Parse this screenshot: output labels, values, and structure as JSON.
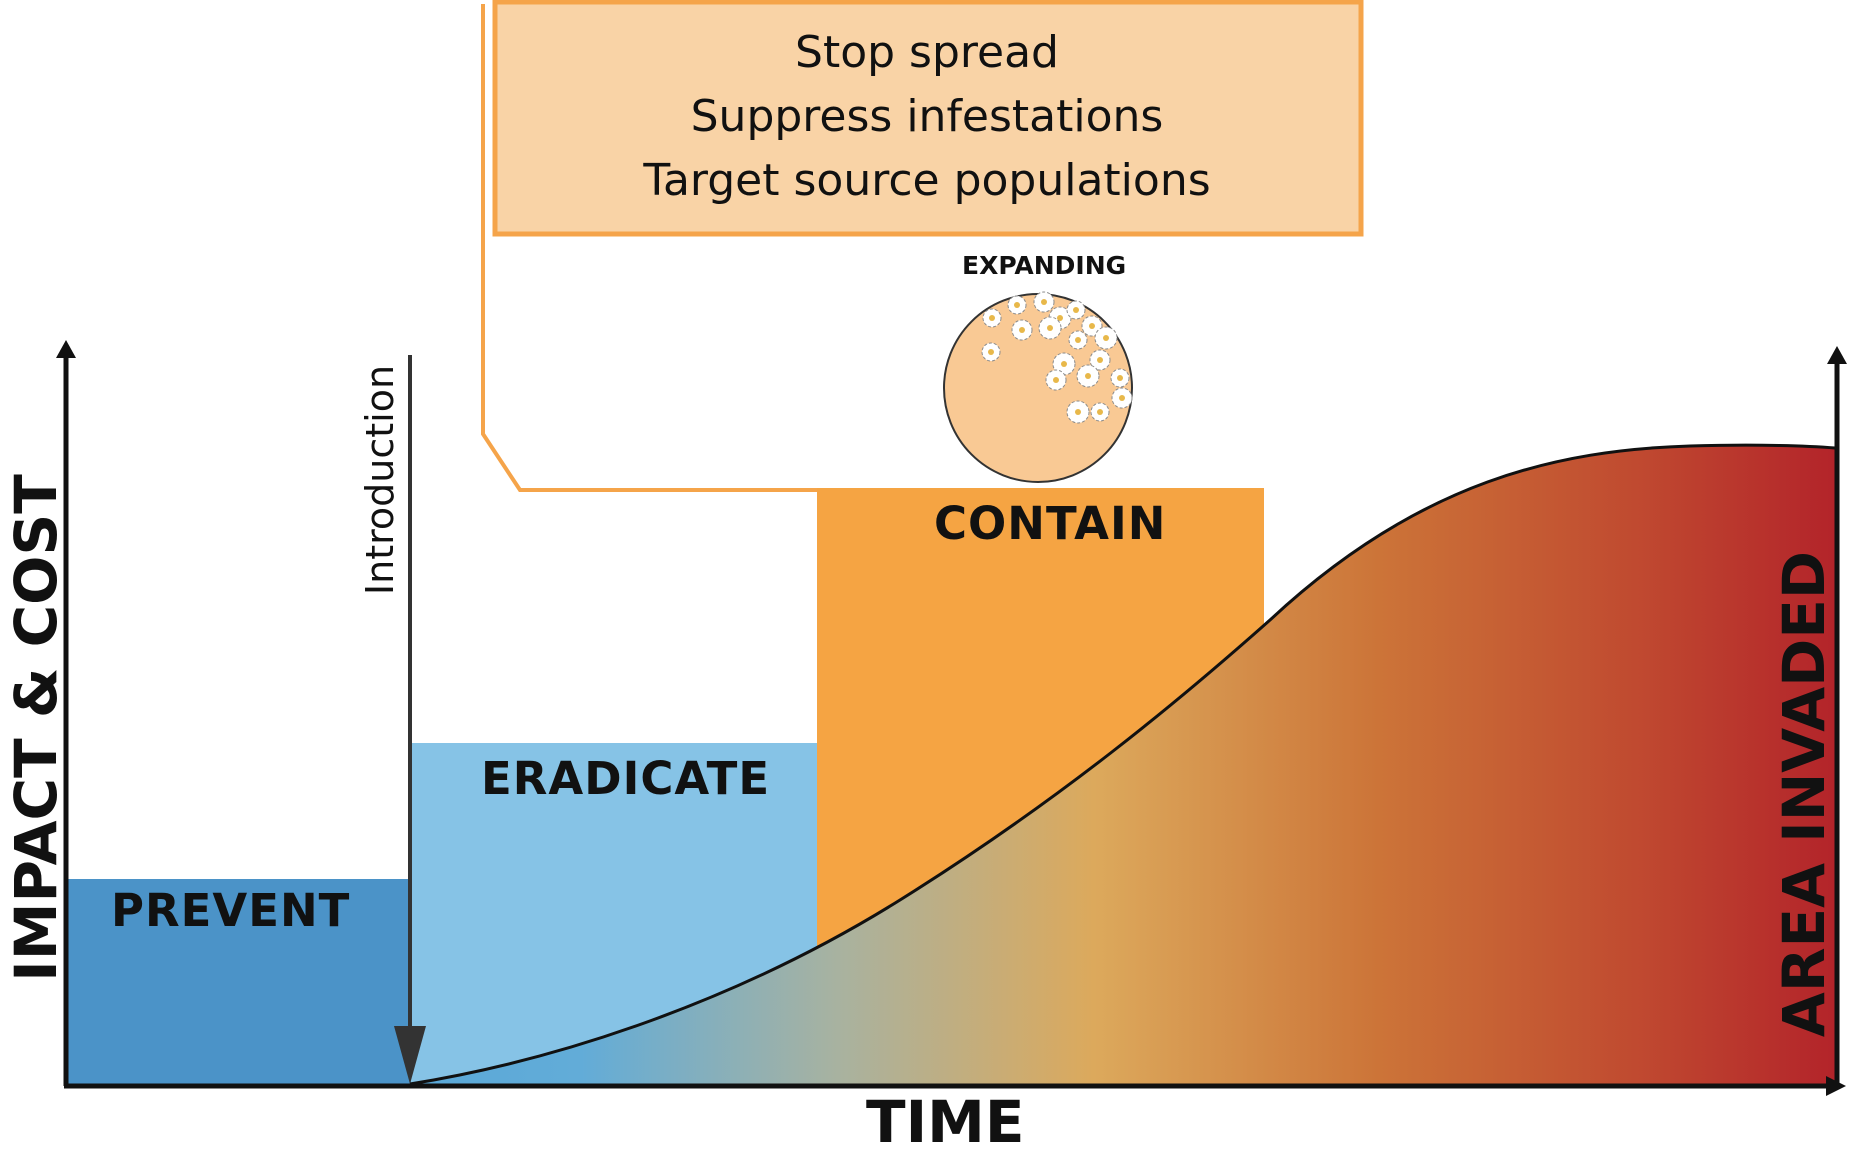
{
  "callout": {
    "lines": [
      "Stop spread",
      "Suppress infestations",
      "Target source populations"
    ],
    "fill_color": "#f9d3a6",
    "border_color": "#f5a44a"
  },
  "stages": {
    "prevent": {
      "label": "PREVENT",
      "color": "#4b93c8"
    },
    "eradicate": {
      "label": "ERADICATE",
      "color": "#86c3e6"
    },
    "contain": {
      "label": "CONTAIN",
      "color": "#f5a443"
    }
  },
  "introduction_label": "Introduction",
  "expanding_label": "EXPANDING",
  "axes": {
    "x_label": "TIME",
    "y_left_label": "IMPACT & COST",
    "y_right_label": "AREA INVADED"
  },
  "curve_gradient": [
    "#5aa8d8",
    "#d9a862",
    "#c65a33",
    "#b8262b"
  ],
  "icons": {
    "expanding": "circle-with-flower-clusters-icon",
    "introduction_arrow": "down-arrow-icon"
  }
}
